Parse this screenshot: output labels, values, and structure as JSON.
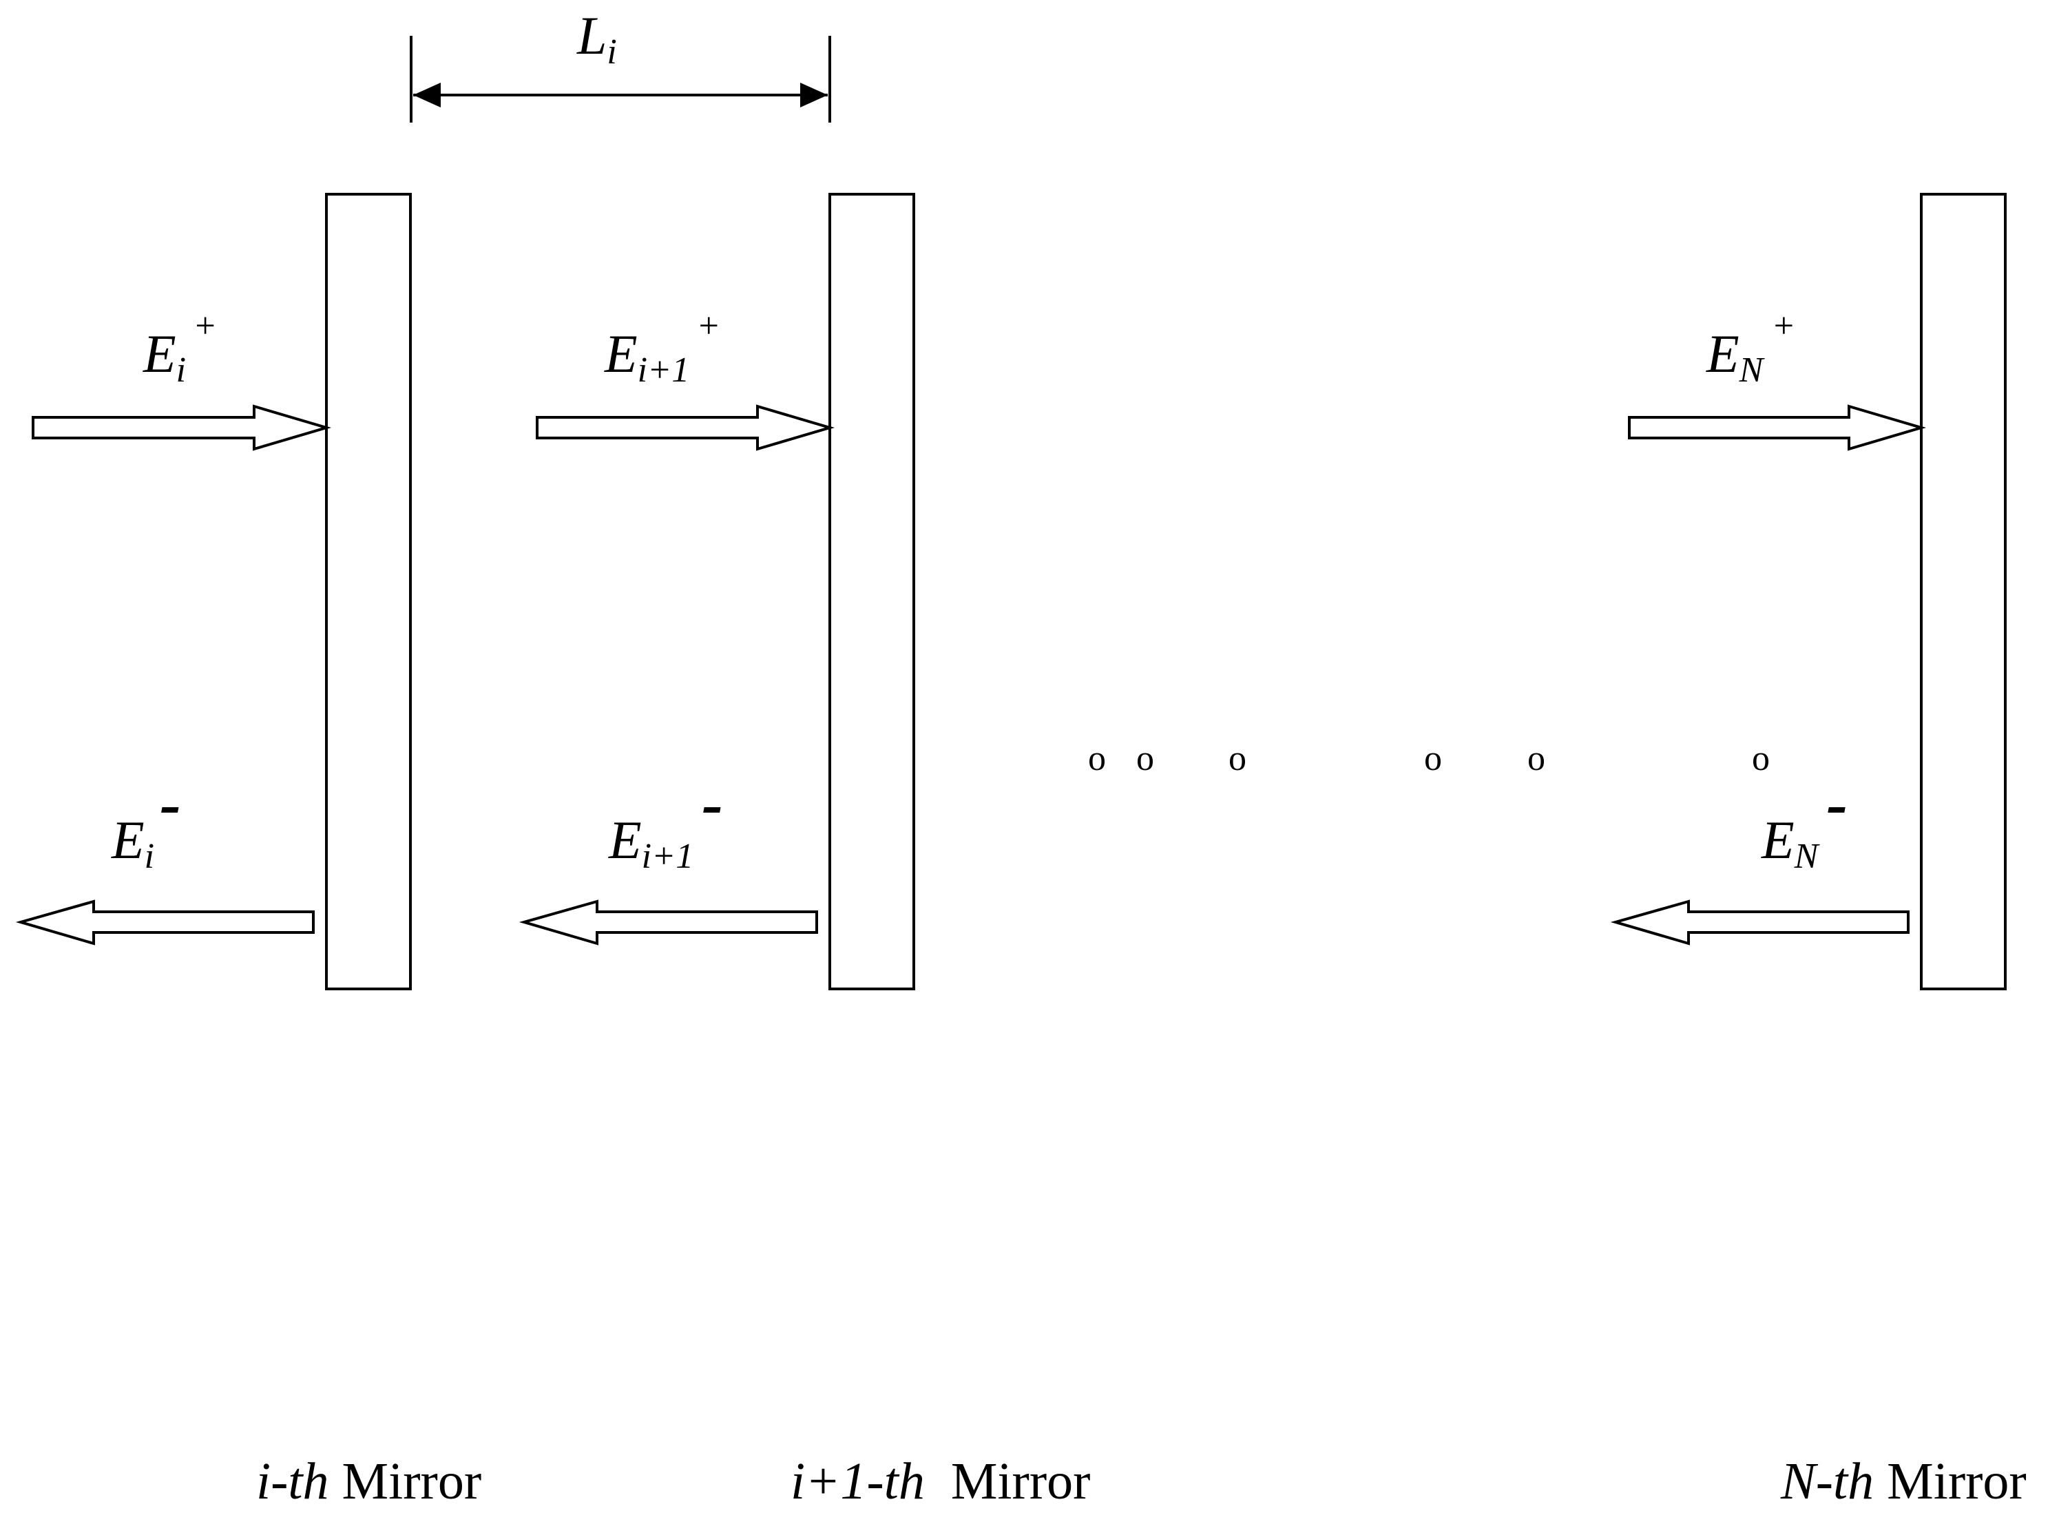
{
  "spacing_label": {
    "main": "L",
    "sub": "i"
  },
  "mirrors": [
    {
      "id": "i",
      "forward": {
        "main": "E",
        "sub": "i",
        "sup": "+"
      },
      "backward": {
        "main": "E",
        "sub": "i",
        "sup": "-"
      },
      "caption": {
        "italic": "i-th",
        "plain": " Mirror"
      }
    },
    {
      "id": "i+1",
      "forward": {
        "main": "E",
        "sub": "i+1",
        "sup": "+"
      },
      "backward": {
        "main": "E",
        "sub": "i+1",
        "sup": "-"
      },
      "caption": {
        "italic": "i+1-th",
        "plain": "  Mirror"
      }
    },
    {
      "id": "N",
      "forward": {
        "main": "E",
        "sub": "N",
        "sup": "+"
      },
      "backward": {
        "main": "E",
        "sub": "N",
        "sup": "-"
      },
      "caption": {
        "italic": "N-th",
        "plain": " Mirror"
      }
    }
  ],
  "ellipsis_dots": [
    "o",
    "o",
    "o",
    "o",
    "o",
    "o"
  ]
}
